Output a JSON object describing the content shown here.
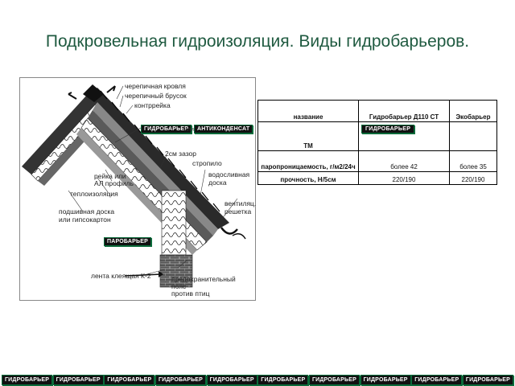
{
  "title": "Подкровельная гидроизоляция. Виды гидробарьеров.",
  "diagram": {
    "labels": {
      "tile_roof": "черепичная кровля",
      "tile_batten": "черепичный брусок",
      "counter_batten": "контррейка",
      "or_word": "или",
      "gap": "2см зазор",
      "rafter": "стропило",
      "rail": "рейка или",
      "al_profile": "АЛ профиль",
      "insulation": "теплоизоляция",
      "drain_board_1": "водосливная",
      "drain_board_2": "доска",
      "sheathing_1": "подшивная доска",
      "sheathing_2": "или гипсокартон",
      "vent_1": "вентиляц.",
      "vent_2": "решетка",
      "tape": "лента клеящая К-2",
      "protective_1": "предохранительный",
      "protective_2": "пояс",
      "protective_3": "против птиц"
    },
    "badges": {
      "hydrobarrier": "ГИДРОБАРЬЕР",
      "anticondensate": "АНТИКОНДЕНСАТ",
      "parobarrier": "ПАРОБАРЬЕР"
    }
  },
  "table": {
    "headers": [
      "название",
      "Гидробарьер Д110 СТ",
      "Экобарьер"
    ],
    "rows": [
      {
        "label": "ТМ",
        "col1": "ГИДРОБАРЬЕР",
        "col2": ""
      },
      {
        "label": "паропроницаемость, г/м2/24ч",
        "col1": "более 42",
        "col2": "более 35"
      },
      {
        "label": "прочность, Н/5см",
        "col1": "220/190",
        "col2": "220/190"
      }
    ]
  },
  "footer": {
    "brand": "ГИДРОБАРЬЕР",
    "repeat_count": 10
  },
  "colors": {
    "title": "#1f5a40",
    "brand_green": "#0b6b3a"
  }
}
